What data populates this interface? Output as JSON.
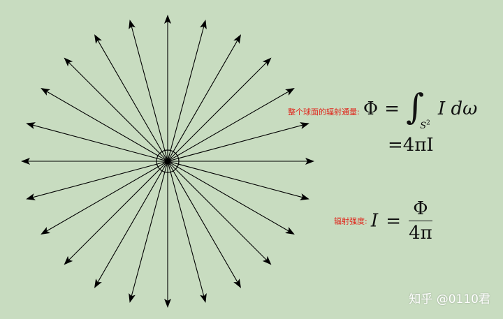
{
  "diagram": {
    "ray_count": 24,
    "colors": {
      "background": "#c8dcc0",
      "stroke": "#000000",
      "label": "#e0241a"
    }
  },
  "formulas": {
    "flux_label": "整个球面的辐射通量:",
    "flux_lhs": "Φ",
    "equals": "=",
    "integral_sign": "∫",
    "integral_domain": "S",
    "integral_domain_exp": "2",
    "integrand": "I dω",
    "flux_result": "=4πI",
    "intensity_label": "辐射强度:",
    "intensity_lhs": "I",
    "intensity_num": "Φ",
    "intensity_den": "4π"
  },
  "watermark": "知乎 @0110君"
}
